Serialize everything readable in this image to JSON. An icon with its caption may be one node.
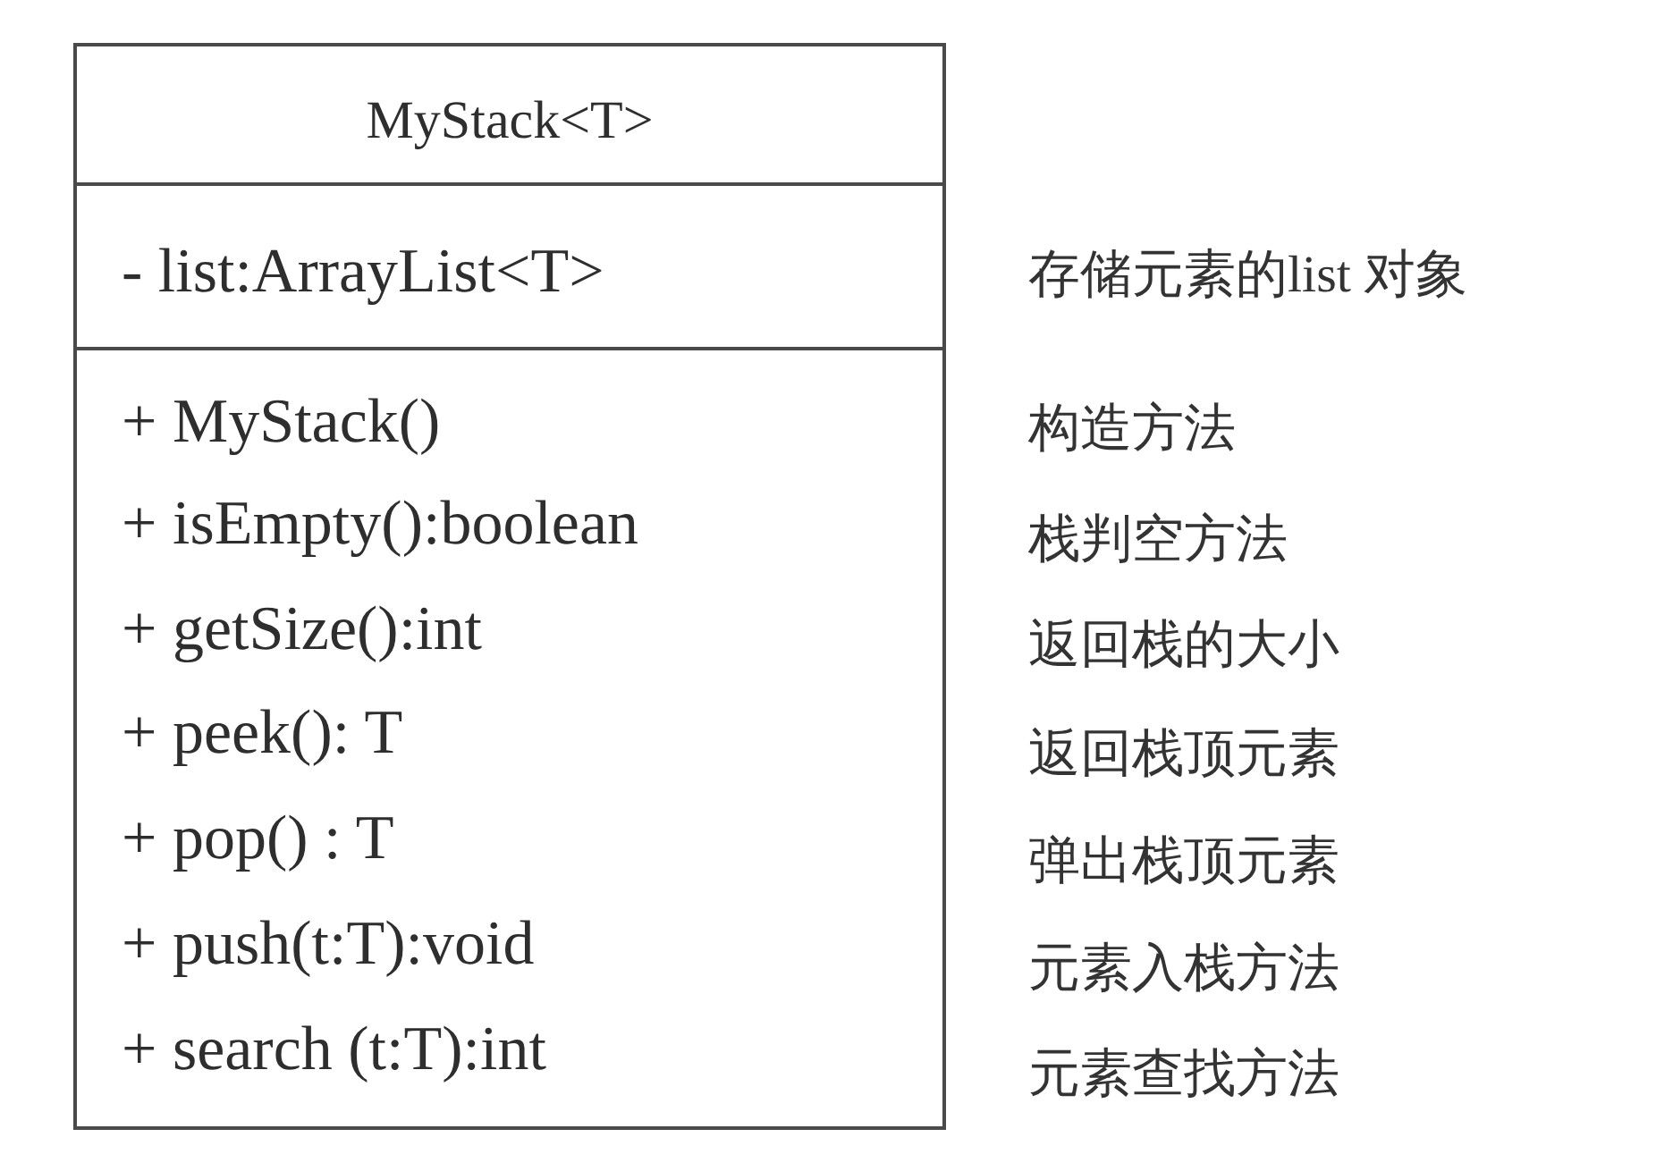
{
  "diagram": {
    "nodes": [
      {
        "text": [
          "MyStack<T>"
        ]
      },
      {
        "text": [
          "- list:ArrayList<T>"
        ]
      },
      {
        "text": [
          "+ MyStack()",
          "+ isEmpty():boolean",
          "+ getSize():int",
          "+ peek(): T",
          "+ pop() : T",
          "+ push(t:T):void",
          "+ search (t:T):int"
        ]
      }
    ],
    "labels": [
      "存储元素的list 对象",
      "构造方法",
      "栈判空方法",
      "返回栈的大小",
      "返回栈顶元素",
      "弹出栈顶元素",
      "元素入栈方法",
      "元素查找方法"
    ]
  }
}
